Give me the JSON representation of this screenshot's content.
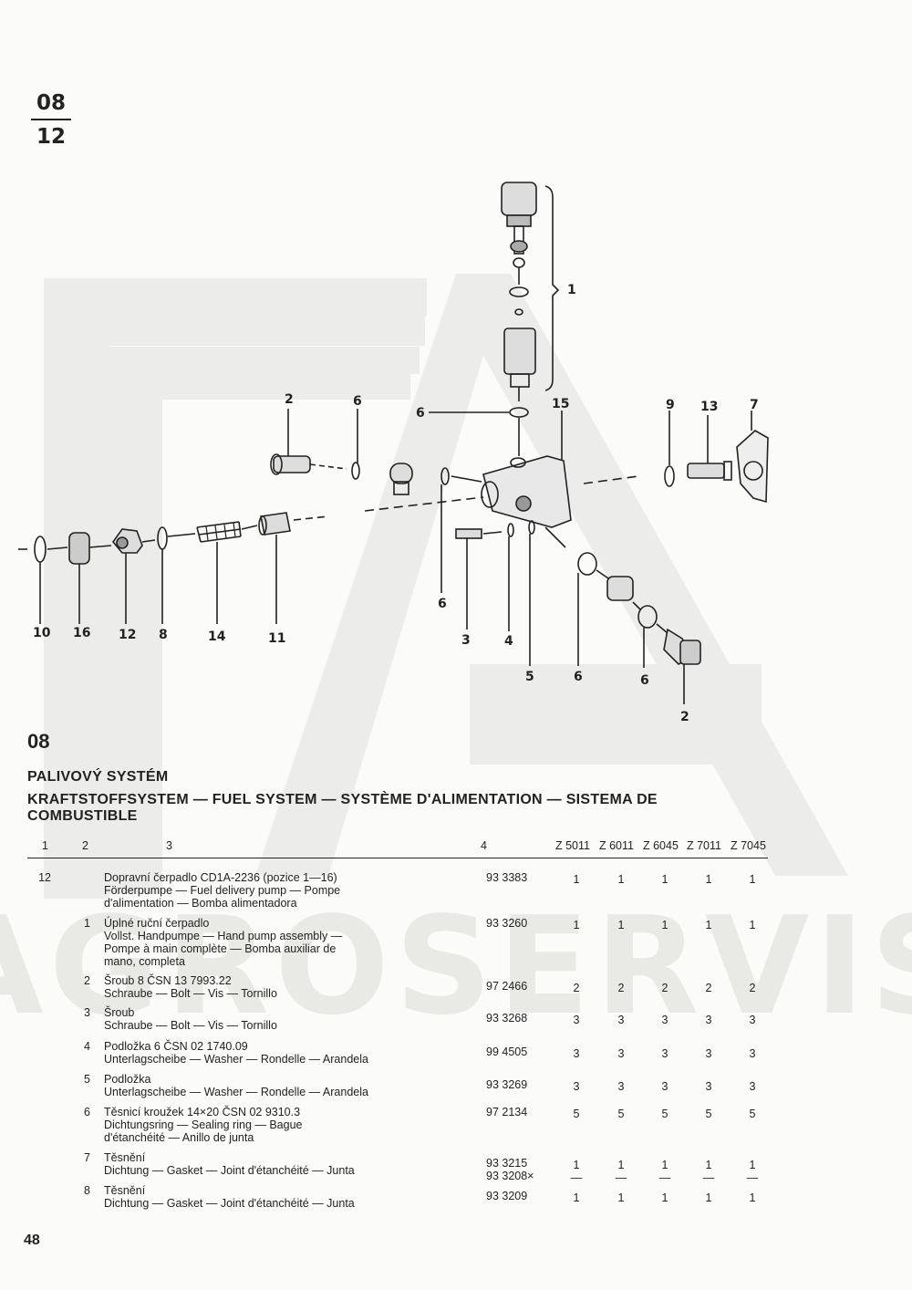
{
  "header": {
    "section_top": "08",
    "section_bottom": "12"
  },
  "watermark": {
    "text": "AGROSERVIS",
    "color": "#ececea"
  },
  "diagram": {
    "callouts": {
      "c1": "1",
      "c2a": "2",
      "c6a": "6",
      "c6b": "6",
      "c15": "15",
      "c9": "9",
      "c13": "13",
      "c7": "7",
      "c10": "10",
      "c16": "16",
      "c12": "12",
      "c8": "8",
      "c14": "14",
      "c11": "11",
      "c6c": "6",
      "c3": "3",
      "c4": "4",
      "c5": "5",
      "c6d": "6",
      "c6e": "6",
      "c2b": "2"
    }
  },
  "section": {
    "code": "08",
    "title_line1": "PALIVOVÝ SYSTÉM",
    "title_line2": "KRAFTSTOFFSYSTEM — FUEL SYSTEM — SYSTÈME D'ALIMENTATION — SISTEMA DE COMBUSTIBLE"
  },
  "table": {
    "col1": "1",
    "col2": "2",
    "col3": "3",
    "col4": "4",
    "models": [
      "Z 5011",
      "Z 6011",
      "Z 6045",
      "Z 7011",
      "Z 7045"
    ],
    "rows": [
      {
        "pos": "12",
        "sub": "",
        "lines": [
          "Dopravní čerpadlo CD1A-2236 (pozice 1—16)",
          "Förderpumpe — Fuel delivery pump — Pompe",
          "d'alimentation — Bomba alimentadora"
        ],
        "pn": [
          "93 3383"
        ],
        "qty": [
          [
            "1",
            "1",
            "1",
            "1",
            "1"
          ]
        ]
      },
      {
        "pos": "",
        "sub": "1",
        "lines": [
          "Úplné ruční čerpadlo",
          "Vollst. Handpumpe — Hand pump assembly —",
          "Pompe à main complète — Bomba auxiliar de",
          "mano, completa"
        ],
        "pn": [
          "93 3260"
        ],
        "qty": [
          [
            "1",
            "1",
            "1",
            "1",
            "1"
          ]
        ]
      },
      {
        "pos": "",
        "sub": "2",
        "lines": [
          "Šroub 8 ČSN 13 7993.22",
          "Schraube — Bolt — Vis — Tornillo"
        ],
        "pn": [
          "97 2466"
        ],
        "qty": [
          [
            "2",
            "2",
            "2",
            "2",
            "2"
          ]
        ]
      },
      {
        "pos": "",
        "sub": "3",
        "lines": [
          "Šroub",
          "Schraube — Bolt — Vis — Tornillo"
        ],
        "pn": [
          "93 3268"
        ],
        "qty": [
          [
            "3",
            "3",
            "3",
            "3",
            "3"
          ]
        ]
      },
      {
        "pos": "",
        "sub": "4",
        "lines": [
          "Podložka 6 ČSN 02 1740.09",
          "Unterlagscheibe — Washer — Rondelle — Arandela"
        ],
        "pn": [
          "99 4505"
        ],
        "qty": [
          [
            "3",
            "3",
            "3",
            "3",
            "3"
          ]
        ]
      },
      {
        "pos": "",
        "sub": "5",
        "lines": [
          "Podložka",
          "Unterlagscheibe — Washer — Rondelle — Arandela"
        ],
        "pn": [
          "93 3269"
        ],
        "qty": [
          [
            "3",
            "3",
            "3",
            "3",
            "3"
          ]
        ]
      },
      {
        "pos": "",
        "sub": "6",
        "lines": [
          "Těsnicí kroužek 14×20 ČSN 02 9310.3",
          "Dichtungsring — Sealing ring — Bague",
          "d'étanchéité — Anillo de junta"
        ],
        "pn": [
          "97 2134"
        ],
        "qty": [
          [
            "5",
            "5",
            "5",
            "5",
            "5"
          ]
        ]
      },
      {
        "pos": "",
        "sub": "7",
        "lines": [
          "Těsnění",
          "Dichtung — Gasket — Joint d'étanchéité — Junta"
        ],
        "pn": [
          "93 3215",
          "93 3208×"
        ],
        "qty": [
          [
            "1",
            "1",
            "1",
            "1",
            "1"
          ],
          [
            "—",
            "—",
            "—",
            "—",
            "—"
          ]
        ]
      },
      {
        "pos": "",
        "sub": "8",
        "lines": [
          "Těsnění",
          "Dichtung — Gasket — Joint d'étanchéité — Junta"
        ],
        "pn": [
          "93 3209"
        ],
        "qty": [
          [
            "1",
            "1",
            "1",
            "1",
            "1"
          ]
        ]
      }
    ]
  },
  "footer": {
    "page_number": "48"
  }
}
